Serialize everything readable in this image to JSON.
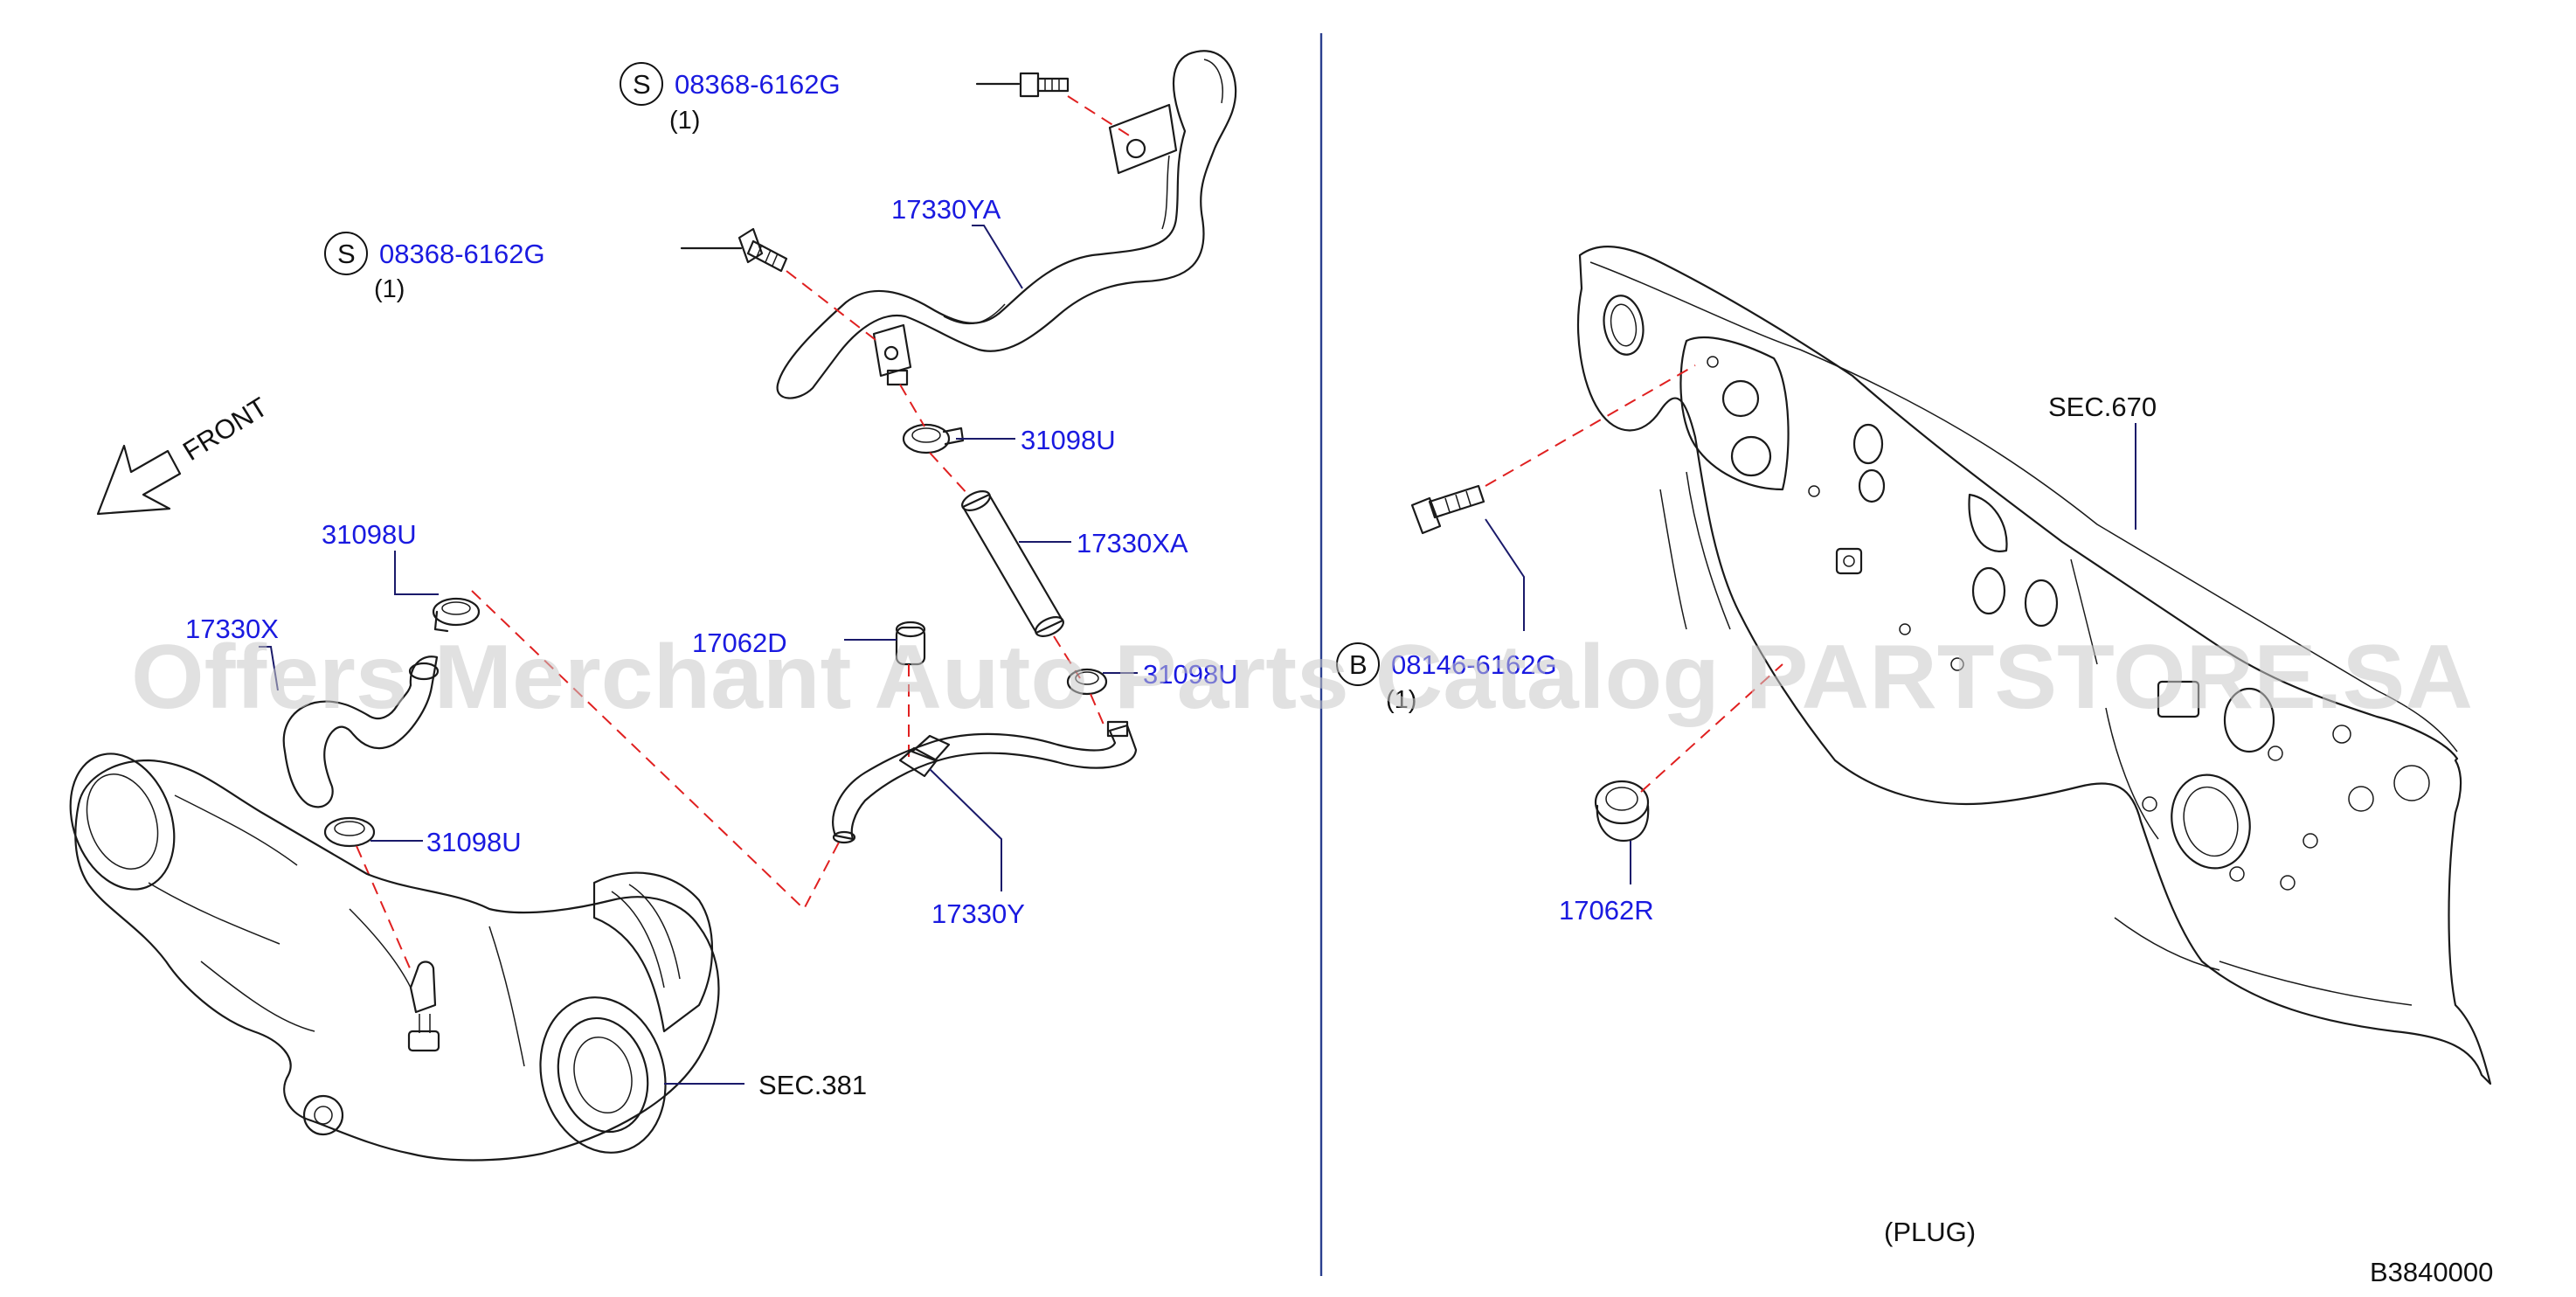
{
  "labels": {
    "bolt_top": {
      "symbol": "S",
      "part_no": "08368-6162G",
      "qty": "(1)"
    },
    "bolt_mid": {
      "symbol": "S",
      "part_no": "08368-6162G",
      "qty": "(1)"
    },
    "bolt_right": {
      "symbol": "B",
      "part_no": "08146-6162G",
      "qty": "(1)"
    },
    "hose_17330YA": "17330YA",
    "clamp_31098U_a": "31098U",
    "clamp_31098U_b": "31098U",
    "clamp_31098U_c": "31098U",
    "clamp_31098U_d": "31098U",
    "hose_17330XA": "17330XA",
    "hose_17330X": "17330X",
    "cap_17062D": "17062D",
    "hose_17330Y": "17330Y",
    "sec_381": "SEC.381",
    "sec_670": "SEC.670",
    "plug_17062R": "17062R",
    "plug_note": "(PLUG)",
    "diagram_code": "B3840000",
    "front_arrow": "FRONT"
  },
  "watermark": "Offers Merchant Auto Parts Catalog PARTSTORE.SA",
  "colors": {
    "part_number": "#1a1ae0",
    "leader_dash": "#e02020",
    "divider": "#2b3f8f",
    "watermark": "#c8c8c8"
  }
}
